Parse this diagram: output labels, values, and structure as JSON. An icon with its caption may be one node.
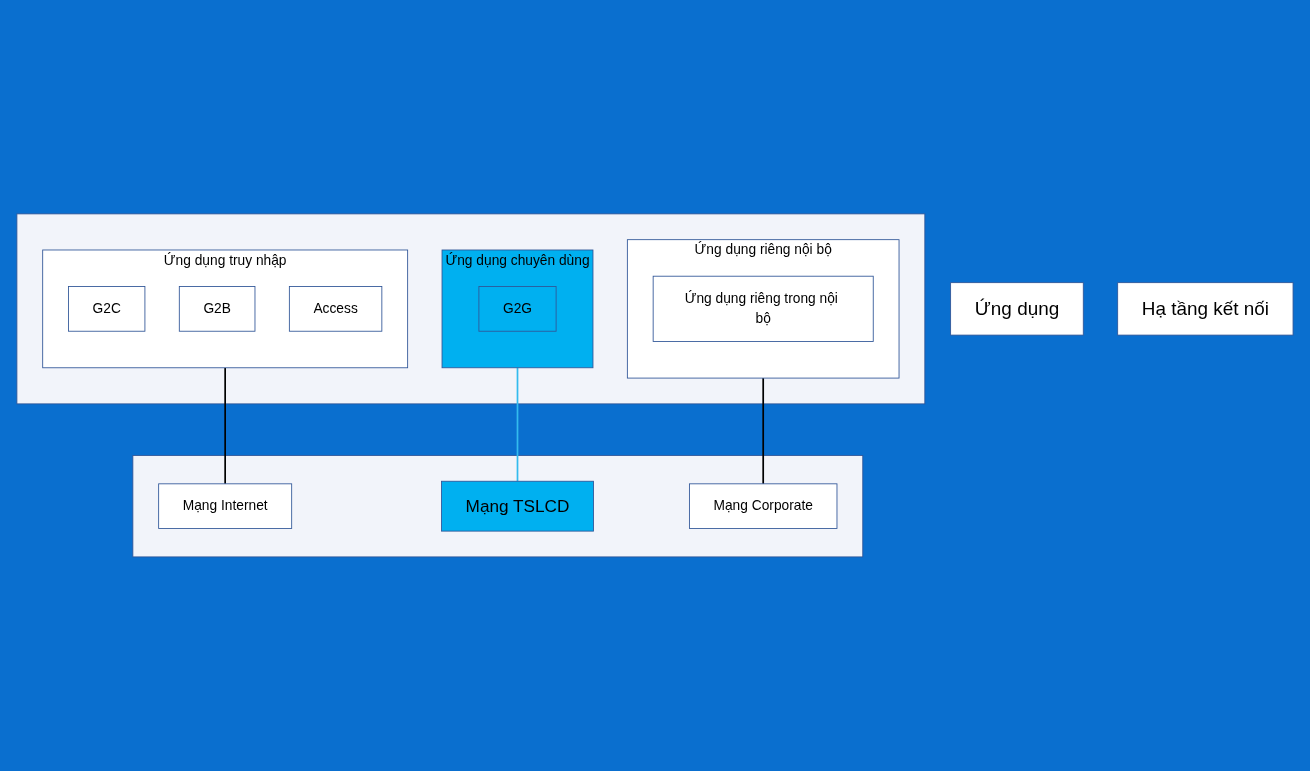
{
  "diagram": {
    "nodes": [
      {
        "text": [
          "Ứng dụng"
        ]
      },
      {
        "text": [],
        "shape": "box"
      },
      {
        "text": [
          "Ứng dụng truy nhập"
        ],
        "in": 1
      },
      {
        "text": [
          "G2C"
        ],
        "in": 2
      },
      {
        "text": [
          "G2B"
        ],
        "in": 2
      },
      {
        "text": [
          "Access"
        ],
        "in": 2
      },
      {
        "text": [
          "Ứng dụng chuyên dùng"
        ],
        "in": 1
      },
      {
        "text": [
          "G2G"
        ],
        "in": 6
      },
      {
        "text": [
          "Ứng dụng riêng nội bộ"
        ],
        "in": 1
      },
      {
        "text": [
          "Ứng dụng riêng trong nội bộ"
        ],
        "in": 8
      },
      {
        "text": [
          "Hạ tầng kết nối"
        ]
      },
      {
        "text": [],
        "shape": "box"
      },
      {
        "text": [
          "Mạng Internet"
        ],
        "in": 11
      },
      {
        "text": [
          "Mạng TSLCD"
        ],
        "in": 11
      },
      {
        "text": [
          "Mạng Corporate"
        ],
        "in": 11
      }
    ],
    "edges": [
      {
        "from": 2,
        "to": 12,
        "arrow": "none"
      },
      {
        "from": 6,
        "to": 13,
        "arrow": "none",
        "color": "#33bbee"
      },
      {
        "from": 8,
        "to": 14,
        "arrow": "none"
      }
    ]
  }
}
